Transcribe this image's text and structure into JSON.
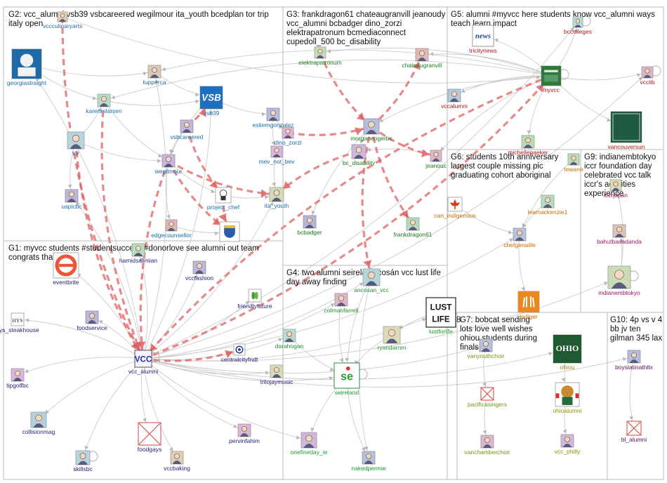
{
  "groups": [
    {
      "id": "G1",
      "title_lines": [
        "G1: myvcc students #studentsuccess #donorlove see alumni out team",
        "congrats thank"
      ]
    },
    {
      "id": "G2",
      "title_lines": [
        "G2: vcc_alumni vsb39 vsbcareered wegilmour ita_youth bcedplan tor trip",
        "italy open"
      ]
    },
    {
      "id": "G3",
      "title_lines": [
        "G3: frankdragon61 chateaugranvill jeanoudy",
        "vcc_alumni bcbadger dino_zorzi",
        "elektrapatronum bcmediaconnect",
        "cupedoll_500 bc_disability"
      ]
    },
    {
      "id": "G4",
      "title_lines": [
        "G4: two alumni seireland cosán vcc lust life",
        "day away finding"
      ]
    },
    {
      "id": "G5",
      "title_lines": [
        "G5: alumni #myvcc here students know vcc_alumni ways",
        "teach learn impact"
      ]
    },
    {
      "id": "G6",
      "title_lines": [
        "G6: students 10th anniversary",
        "largest couple missing pic",
        "graduating cohort aboriginal"
      ]
    },
    {
      "id": "G7",
      "title_lines": [
        "G7: bobcat sending",
        "lots love well wishes",
        "ohiou students during",
        "finals"
      ]
    },
    {
      "id": "G8",
      "title_lines": [
        "G8"
      ]
    },
    {
      "id": "G9",
      "title_lines": [
        "G9: indianembtokyo",
        "iccr foundation day",
        "celebrated vcc talk",
        "iccr's activities",
        "experience"
      ]
    },
    {
      "id": "G10",
      "title_lines": [
        "G10: 4p vs v 4",
        "bb jv ten",
        "gilman 345 lax"
      ]
    }
  ],
  "colors": {
    "g1": "#1f1f7a",
    "g2": "#1a6fa8",
    "g3": "#1a7a1a",
    "g4": "#1a9a2a",
    "g5": "#b01818",
    "g6": "#c96a00",
    "g7": "#9a8a00",
    "g8": "#6a9a10",
    "g9": "#a01860",
    "g10": "#5a1060",
    "edge": "#c4c4c4",
    "edge_strong": "#e06060"
  },
  "nodes": [
    {
      "id": "vcc_alumni",
      "label": "vcc_alumni",
      "group": "g1",
      "icon": "vcc-logo-icon"
    },
    {
      "id": "eventbrite",
      "label": "eventbrite",
      "group": "g1",
      "icon": "eventbrite-logo-icon"
    },
    {
      "id": "hamidsalimian",
      "label": "hamidsalimian",
      "group": "g1",
      "icon": "avatar-icon"
    },
    {
      "id": "vccfashion",
      "label": "vccfashion",
      "group": "g1",
      "icon": "avatar-icon"
    },
    {
      "id": "friendlyfuture",
      "label": "friendlyfuture",
      "group": "g1",
      "icon": "leaf-logo-icon"
    },
    {
      "id": "hys_steakhouse",
      "label": "hys_steakhouse",
      "group": "g1",
      "icon": "hys-logo-icon"
    },
    {
      "id": "foodservice",
      "label": "foodservice",
      "group": "g1",
      "icon": "avatar-icon"
    },
    {
      "id": "centralcityfndt",
      "label": "centralcityfndt",
      "group": "g1",
      "icon": "central-city-logo-icon"
    },
    {
      "id": "trilojaymusic",
      "label": "trilojaymusic",
      "group": "g1",
      "icon": "avatar-icon"
    },
    {
      "id": "tipgolfbc",
      "label": "tipgolfbc",
      "group": "g1",
      "icon": "avatar-icon"
    },
    {
      "id": "collisionmag",
      "label": "collisionmag",
      "group": "g1",
      "icon": "avatar-icon"
    },
    {
      "id": "pervinfahim",
      "label": "pervinfahim",
      "group": "g1",
      "icon": "avatar-icon"
    },
    {
      "id": "foodgays",
      "label": "foodgays",
      "group": "g1",
      "icon": "missing-image-icon"
    },
    {
      "id": "skillsbc",
      "label": "skillsbc",
      "group": "g1",
      "icon": "avatar-icon"
    },
    {
      "id": "vccbaking",
      "label": "vccbaking",
      "group": "g1",
      "icon": "avatar-icon"
    },
    {
      "id": "vccculinaryarts",
      "label": "vccculinaryarts",
      "group": "g2",
      "icon": "avatar-icon"
    },
    {
      "id": "georgiastraight",
      "label": "georgiastraight",
      "group": "g2",
      "icon": "georgia-straight-logo-icon"
    },
    {
      "id": "tupperca",
      "label": "tupperca",
      "group": "g2",
      "icon": "avatar-icon"
    },
    {
      "id": "karenmlarsen",
      "label": "karenmlarsen",
      "group": "g2",
      "icon": "avatar-icon"
    },
    {
      "id": "vsb39",
      "label": "vsb39",
      "group": "g2",
      "icon": "vsb-logo-icon"
    },
    {
      "id": "tor",
      "label": "tor",
      "group": "g2",
      "icon": "avatar-icon"
    },
    {
      "id": "vsbcareered",
      "label": "vsbcareered",
      "group": "g2",
      "icon": "avatar-icon"
    },
    {
      "id": "estiemgonzalez",
      "label": "estiemgonzalez",
      "group": "g2",
      "icon": "avatar-icon"
    },
    {
      "id": "dino_zorzi",
      "label": "dino_zorzi",
      "group": "g2",
      "icon": "avatar-icon"
    },
    {
      "id": "mev_not_bev",
      "label": "mev_not_bev",
      "group": "g2",
      "icon": "avatar-icon"
    },
    {
      "id": "wegilmour",
      "label": "wegilmour",
      "group": "g2",
      "icon": "avatar-icon"
    },
    {
      "id": "uapicbc",
      "label": "uapicbc",
      "group": "g2",
      "icon": "avatar-icon"
    },
    {
      "id": "project_chef",
      "label": "project_chef",
      "group": "g2",
      "icon": "chef-logo-icon"
    },
    {
      "id": "ita_youth",
      "label": "ita_youth",
      "group": "g2",
      "icon": "avatar-icon"
    },
    {
      "id": "edgecounsellor",
      "label": "edgecounsellor",
      "group": "g2",
      "icon": "avatar-icon"
    },
    {
      "id": "bcedplan",
      "label": "",
      "group": "g2",
      "icon": "bc-crest-icon"
    },
    {
      "id": "elektrapatronum",
      "label": "elektrapatronum",
      "group": "g3",
      "icon": "avatar-icon"
    },
    {
      "id": "chateaugranvill",
      "label": "chateaugranvill",
      "group": "g3",
      "icon": "avatar-icon"
    },
    {
      "id": "morganeogerbc",
      "label": "morganeogerbc",
      "group": "g3",
      "icon": "avatar-icon"
    },
    {
      "id": "bc_disability",
      "label": "bc_disability",
      "group": "g3",
      "icon": "avatar-icon"
    },
    {
      "id": "jeanoudy",
      "label": "jeanouc",
      "group": "g3",
      "icon": "avatar-icon"
    },
    {
      "id": "bcbadger",
      "label": "bcbadger",
      "group": "g3",
      "icon": "avatar-icon"
    },
    {
      "id": "frankdragon61",
      "label": "frankdragon61",
      "group": "g3",
      "icon": "avatar-icon"
    },
    {
      "id": "ancosan_vcc",
      "label": "ancosan_vcc",
      "group": "g4",
      "icon": "avatar-icon"
    },
    {
      "id": "colmanfarrell",
      "label": "colmanfarrell",
      "group": "g4",
      "icon": "avatar-icon"
    },
    {
      "id": "lustforlife",
      "label": "lustforlife",
      "group": "g4",
      "icon": "lust-for-life-logo-icon"
    },
    {
      "id": "darahogan",
      "label": "darahogan",
      "group": "g4",
      "icon": "avatar-icon"
    },
    {
      "id": "ryandarren",
      "label": "ryandarren",
      "group": "g4",
      "icon": "avatar-icon"
    },
    {
      "id": "seireland",
      "label": "seireland",
      "group": "g4",
      "icon": "se-ireland-logo-icon"
    },
    {
      "id": "onefineday_ie",
      "label": "onefineday_ie",
      "group": "g4",
      "icon": "avatar-icon"
    },
    {
      "id": "nakedpermie",
      "label": "nakedpermie",
      "group": "g4",
      "icon": "avatar-icon"
    },
    {
      "id": "tricitynews",
      "label": "tricitynews",
      "group": "g5",
      "icon": "news-logo-icon"
    },
    {
      "id": "bccolleges",
      "label": "bccolleges",
      "group": "g5",
      "icon": "avatar-icon"
    },
    {
      "id": "myvcc",
      "label": "myvcc",
      "group": "g5",
      "icon": "vcc-building-icon"
    },
    {
      "id": "vcclib",
      "label": "vcclib",
      "group": "g5",
      "icon": "avatar-icon"
    },
    {
      "id": "vccalumni",
      "label": "vccalumni",
      "group": "g5",
      "icon": "avatar-icon"
    },
    {
      "id": "vancouversun",
      "label": "vancouversun",
      "group": "g5",
      "icon": "vancouver-sun-logo-icon"
    },
    {
      "id": "michellepaeker",
      "label": "michellepaeker",
      "group": "g5",
      "icon": "avatar-icon"
    },
    {
      "id": "tewanee",
      "label": "tewane",
      "group": "g6",
      "icon": "avatar-icon"
    },
    {
      "id": "can_indigenous",
      "label": "can_indigenous",
      "group": "g6",
      "icon": "maple-leaf-icon"
    },
    {
      "id": "leamackenzie1",
      "label": "leamackenzie1",
      "group": "g6",
      "icon": "avatar-icon"
    },
    {
      "id": "chefgenaille",
      "label": "chefgenaille",
      "group": "g6",
      "icon": "avatar-icon"
    },
    {
      "id": "indigenous",
      "label": "indiger",
      "group": "g6",
      "icon": "hands-logo-icon"
    },
    {
      "id": "vanyouthchoir",
      "label": "vanyouthchoir",
      "group": "g8",
      "icon": "avatar-icon"
    },
    {
      "id": "pacificasingers",
      "label": "pacificasingers",
      "group": "g8",
      "icon": "missing-image-icon"
    },
    {
      "id": "vanchamberchoir",
      "label": "vanchamberchoir",
      "group": "g8",
      "icon": "avatar-icon"
    },
    {
      "id": "ohiou",
      "label": "ohiou",
      "group": "g7",
      "icon": "ohio-logo-icon"
    },
    {
      "id": "ohioalumni",
      "label": "ohioalumni",
      "group": "g7",
      "icon": "bobcat-mascot-icon"
    },
    {
      "id": "vcc_philly",
      "label": "vcc_philly",
      "group": "g7",
      "icon": "avatar-icon"
    },
    {
      "id": "indianembtokyo",
      "label": "indianembtokyo",
      "group": "g9",
      "icon": "avatar-icon"
    },
    {
      "id": "iccrjapan",
      "label": "iccrjapan",
      "group": "g9",
      "icon": "avatar-icon"
    },
    {
      "id": "bahutbadadanda",
      "label": "bahutbadadanda",
      "group": "g9",
      "icon": "avatar-icon"
    },
    {
      "id": "boyslatinathltx",
      "label": "boyslatinathltx",
      "group": "g10",
      "icon": "avatar-icon"
    },
    {
      "id": "bl_alumni",
      "label": "bl_alumni",
      "group": "g10",
      "icon": "missing-image-icon"
    }
  ],
  "edges_strong": [
    [
      "myvcc",
      "vcc_alumni"
    ],
    [
      "vcc_alumni",
      "myvcc"
    ],
    [
      "tor",
      "vcc_alumni"
    ],
    [
      "vccculinaryarts",
      "vcc_alumni"
    ],
    [
      "wegilmour",
      "vcc_alumni"
    ],
    [
      "vcc_alumni",
      "centralcityfndt"
    ],
    [
      "vsbcareered",
      "vsb39"
    ],
    [
      "wegilmour",
      "ita_youth"
    ],
    [
      "project_chef",
      "bcedplan"
    ],
    [
      "morganeogerbc",
      "frankdragon61"
    ],
    [
      "morganeogerbc",
      "chateaugranvill"
    ],
    [
      "elektrapatronum",
      "morganeogerbc"
    ],
    [
      "morganeogerbc",
      "jeanoudy"
    ],
    [
      "bc_disability",
      "ita_youth"
    ],
    [
      "morganeogerbc",
      "ancosan_vcc"
    ],
    [
      "dino_zorzi",
      "morganeogerbc"
    ],
    [
      "vsbcareered",
      "project_chef"
    ],
    [
      "karenmlarsen",
      "vcc_alumni"
    ],
    [
      "wegilmour",
      "bcedplan"
    ]
  ],
  "edges": [
    [
      "vcc_alumni",
      "eventbrite"
    ],
    [
      "vcc_alumni",
      "hamidsalimian"
    ],
    [
      "vcc_alumni",
      "vccfashion"
    ],
    [
      "vcc_alumni",
      "friendlyfuture"
    ],
    [
      "vcc_alumni",
      "hys_steakhouse"
    ],
    [
      "vcc_alumni",
      "foodservice"
    ],
    [
      "vcc_alumni",
      "trilojaymusic"
    ],
    [
      "vcc_alumni",
      "tipgolfbc"
    ],
    [
      "vcc_alumni",
      "collisionmag"
    ],
    [
      "vcc_alumni",
      "pervinfahim"
    ],
    [
      "vcc_alumni",
      "foodgays"
    ],
    [
      "vcc_alumni",
      "skillsbc"
    ],
    [
      "vcc_alumni",
      "vccbaking"
    ],
    [
      "vcc_alumni",
      "georgiastraight"
    ],
    [
      "vcc_alumni",
      "uapicbc"
    ],
    [
      "vcc_alumni",
      "lustforlife"
    ],
    [
      "vcc_alumni",
      "seireland"
    ],
    [
      "vcc_alumni",
      "darahogan"
    ],
    [
      "vcc_alumni",
      "colmanfarrell"
    ],
    [
      "vcc_alumni",
      "ancosan_vcc"
    ],
    [
      "vcc_alumni",
      "onefineday_ie"
    ],
    [
      "vcc_alumni",
      "vanyouthchoir"
    ],
    [
      "vcc_alumni",
      "vsb39"
    ],
    [
      "vcc_alumni",
      "tupperca"
    ],
    [
      "vcc_alumni",
      "bccolleges"
    ],
    [
      "vcc_alumni",
      "vcclib"
    ],
    [
      "vcc_alumni",
      "ita_youth"
    ],
    [
      "georgiastraight",
      "karenmlarsen"
    ],
    [
      "georgiastraight",
      "tupperca"
    ],
    [
      "tupperca",
      "vsb39"
    ],
    [
      "karenmlarsen",
      "vsb39"
    ],
    [
      "karenmlarsen",
      "wegilmour"
    ],
    [
      "tor",
      "karenmlarsen"
    ],
    [
      "tor",
      "uapicbc"
    ],
    [
      "tor",
      "wegilmour"
    ],
    [
      "wegilmour",
      "project_chef"
    ],
    [
      "wegilmour",
      "edgecounsellor"
    ],
    [
      "estiemgonzalez",
      "dino_zorzi"
    ],
    [
      "estiemgonzalez",
      "mev_not_bev"
    ],
    [
      "mev_not_bev",
      "ita_youth"
    ],
    [
      "vsb39",
      "wegilmour"
    ],
    [
      "vsbcareered",
      "wegilmour"
    ],
    [
      "project_chef",
      "ita_youth"
    ],
    [
      "edgecounsellor",
      "bcedplan"
    ],
    [
      "vsb39",
      "estiemgonzalez"
    ],
    [
      "myvcc",
      "tricitynews"
    ],
    [
      "myvcc",
      "bccolleges"
    ],
    [
      "myvcc",
      "vcclib"
    ],
    [
      "myvcc",
      "vccalumni"
    ],
    [
      "myvcc",
      "vancouversun"
    ],
    [
      "myvcc",
      "michellepaeker"
    ],
    [
      "myvcc",
      "chateaugranvill"
    ],
    [
      "myvcc",
      "karenmlarsen"
    ],
    [
      "myvcc",
      "morganeogerbc"
    ],
    [
      "myvcc",
      "tupperca"
    ],
    [
      "myvcc",
      "elektrapatronum"
    ],
    [
      "morganeogerbc",
      "bc_disability"
    ],
    [
      "morganeogerbc",
      "bcbadger"
    ],
    [
      "jeanoudy",
      "bc_disability"
    ],
    [
      "ancosan_vcc",
      "seireland"
    ],
    [
      "colmanfarrell",
      "seireland"
    ],
    [
      "ryandarren",
      "seireland"
    ],
    [
      "darahogan",
      "seireland"
    ],
    [
      "seireland",
      "onefineday_ie"
    ],
    [
      "seireland",
      "nakedpermie"
    ],
    [
      "lustforlife",
      "ryandarren"
    ],
    [
      "ancosan_vcc",
      "nakedpermie"
    ],
    [
      "can_indigenous",
      "chefgenaille"
    ],
    [
      "chefgenaille",
      "indigenous"
    ],
    [
      "leamackenzie1",
      "chefgenaille"
    ],
    [
      "tewanee",
      "chefgenaille"
    ],
    [
      "vcc_alumni",
      "chefgenaille"
    ],
    [
      "vanyouthchoir",
      "pacificasingers"
    ],
    [
      "pacificasingers",
      "vanchamberchoir"
    ],
    [
      "ohiou",
      "ohioalumni"
    ],
    [
      "ohioalumni",
      "vcc_philly"
    ],
    [
      "vcc_alumni",
      "ohiou"
    ],
    [
      "indianembtokyo",
      "iccrjapan"
    ],
    [
      "indianembtokyo",
      "bahutbadadanda"
    ],
    [
      "vcc_alumni",
      "indianembtokyo"
    ],
    [
      "boyslatinathltx",
      "bl_alumni"
    ],
    [
      "vcc_alumni",
      "boyslatinathltx"
    ],
    [
      "vccculinaryarts",
      "myvcc"
    ],
    [
      "myvcc",
      "jeanoudy"
    ]
  ]
}
